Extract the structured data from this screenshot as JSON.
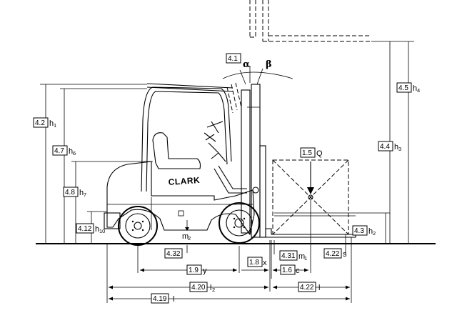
{
  "brand": "CLARK",
  "angles": {
    "alpha": "α",
    "beta": "β"
  },
  "labels": {
    "l41": {
      "code": "4.1",
      "sym": "",
      "sub": ""
    },
    "l42": {
      "code": "4.2",
      "sym": "h",
      "sub": "1"
    },
    "l47": {
      "code": "4.7",
      "sym": "h",
      "sub": "6"
    },
    "l48": {
      "code": "4.8",
      "sym": "h",
      "sub": "7"
    },
    "l412": {
      "code": "4.12",
      "sym": "h",
      "sub": "10"
    },
    "l45": {
      "code": "4.5",
      "sym": "h",
      "sub": "4"
    },
    "l44": {
      "code": "4.4",
      "sym": "h",
      "sub": "3"
    },
    "l15": {
      "code": "1.5",
      "sym": "Q",
      "sub": ""
    },
    "l43": {
      "code": "4.3",
      "sym": "h",
      "sub": "2"
    },
    "l432": {
      "code": "4.32",
      "sym": "",
      "sub": ""
    },
    "m2": {
      "code": "",
      "sym": "m",
      "sub": "2"
    },
    "l19": {
      "code": "1.9",
      "sym": "y",
      "sub": ""
    },
    "l18": {
      "code": "1.8",
      "sym": "x",
      "sub": ""
    },
    "l431": {
      "code": "4.31",
      "sym": "m",
      "sub": "1"
    },
    "l16": {
      "code": "1.6",
      "sym": "c",
      "sub": ""
    },
    "l422s": {
      "code": "4.22",
      "sym": "s",
      "sub": ""
    },
    "l420": {
      "code": "4.20",
      "sym": "l",
      "sub": "2"
    },
    "l422l": {
      "code": "4.22",
      "sym": "l",
      "sub": ""
    },
    "l419": {
      "code": "4.19",
      "sym": "l",
      "sub": ""
    }
  }
}
